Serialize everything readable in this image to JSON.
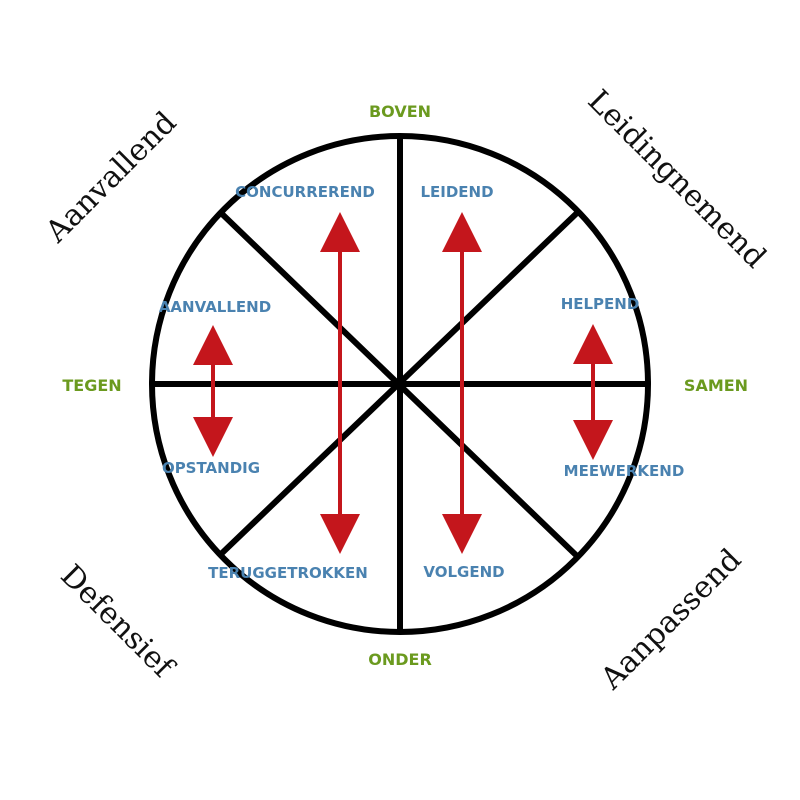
{
  "axes": {
    "top": "BOVEN",
    "bottom": "ONDER",
    "left": "TEGEN",
    "right": "SAMEN"
  },
  "segments": {
    "concurrerend": "CONCURREREND",
    "leidend": "LEIDEND",
    "aanvallend": "AANVALLEND",
    "helpend": "HELPEND",
    "opstandig": "OPSTANDIG",
    "meewerkend": "MEEWERKEND",
    "teruggetrokken": "TERUGGETROKKEN",
    "volgend": "VOLGEND"
  },
  "corners": {
    "top_left": "Aanvallend",
    "top_right": "Leidingnemend",
    "bottom_left": "Defensief",
    "bottom_right": "Aanpassend"
  },
  "colors": {
    "axis_text": "#6b9a1f",
    "segment_text": "#4a82b0",
    "arrow": "#c4161c",
    "line": "#000000",
    "corner_text": "#111111"
  }
}
